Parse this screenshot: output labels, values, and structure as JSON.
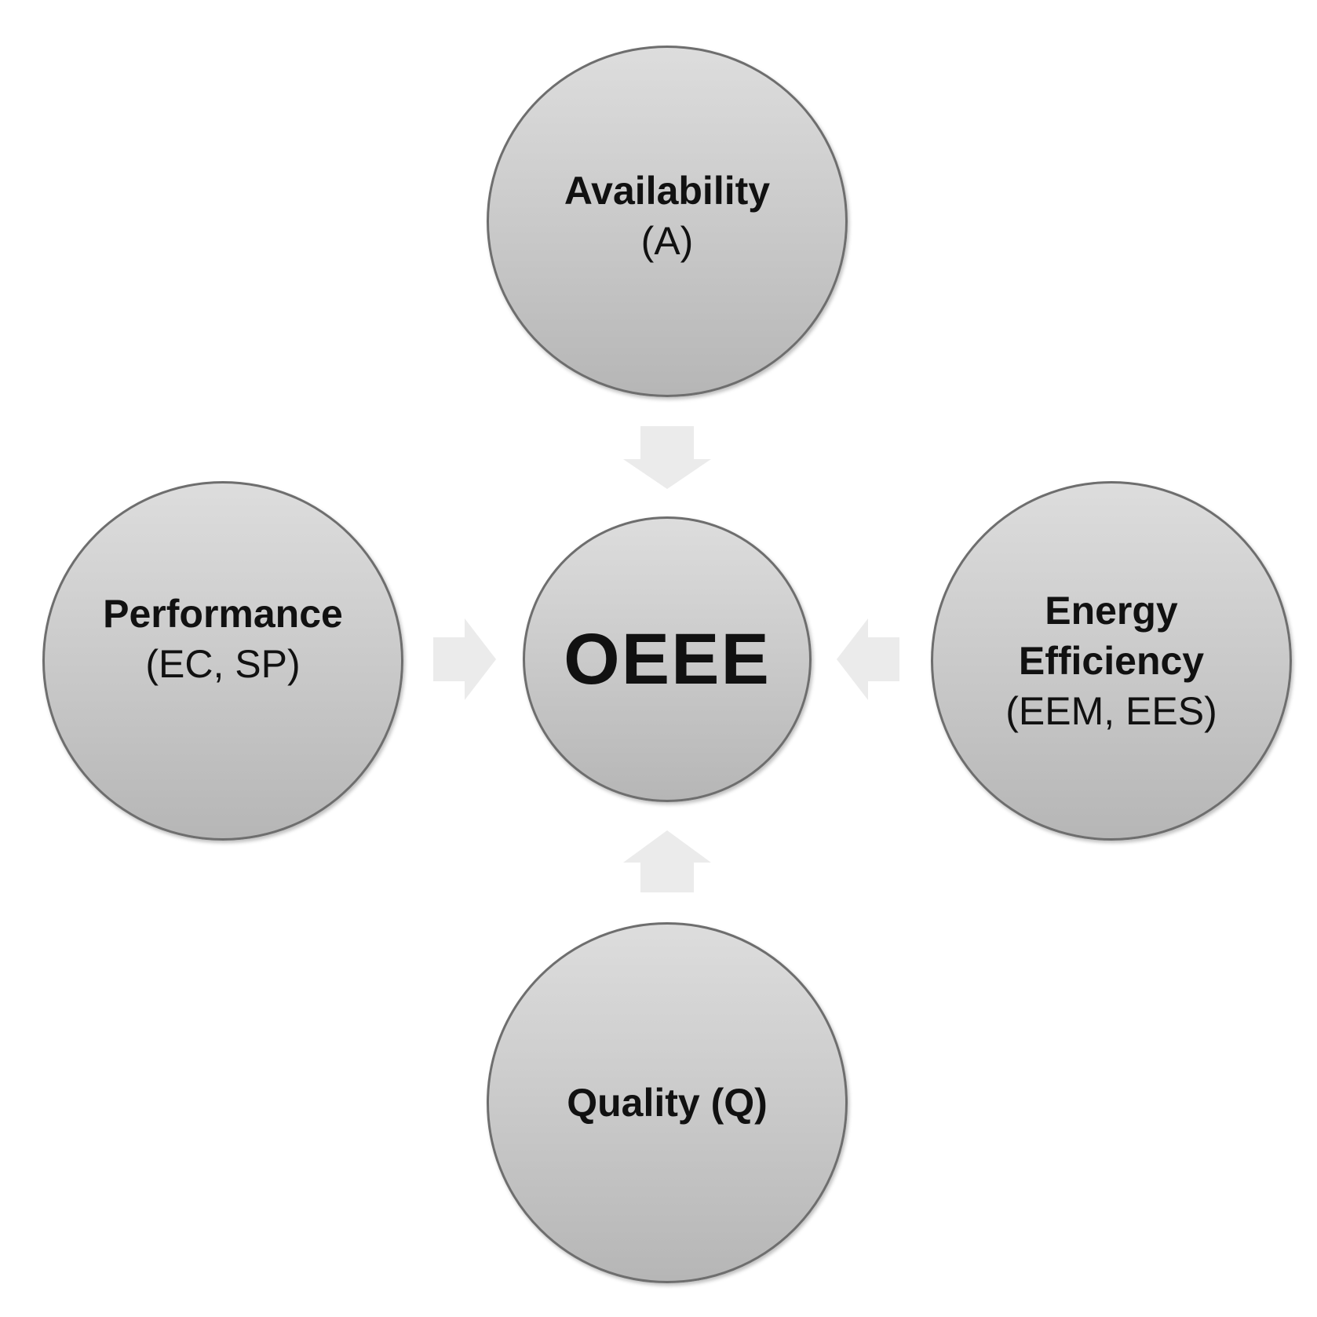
{
  "diagram": {
    "center": {
      "title": "OEEE"
    },
    "availability": {
      "title": "Availability",
      "subtitle": "(A)"
    },
    "performance": {
      "title": "Performance",
      "subtitle": "(EC, SP)"
    },
    "energy": {
      "title_line1": "Energy",
      "title_line2": "Efficiency",
      "subtitle": "(EEM, EES)"
    },
    "quality": {
      "title": "Quality (Q)"
    }
  },
  "colors": {
    "node_fill": "#c8c8c8",
    "node_border": "#6e6e6e",
    "arrow_fill": "#ebebeb",
    "text": "#111111"
  }
}
